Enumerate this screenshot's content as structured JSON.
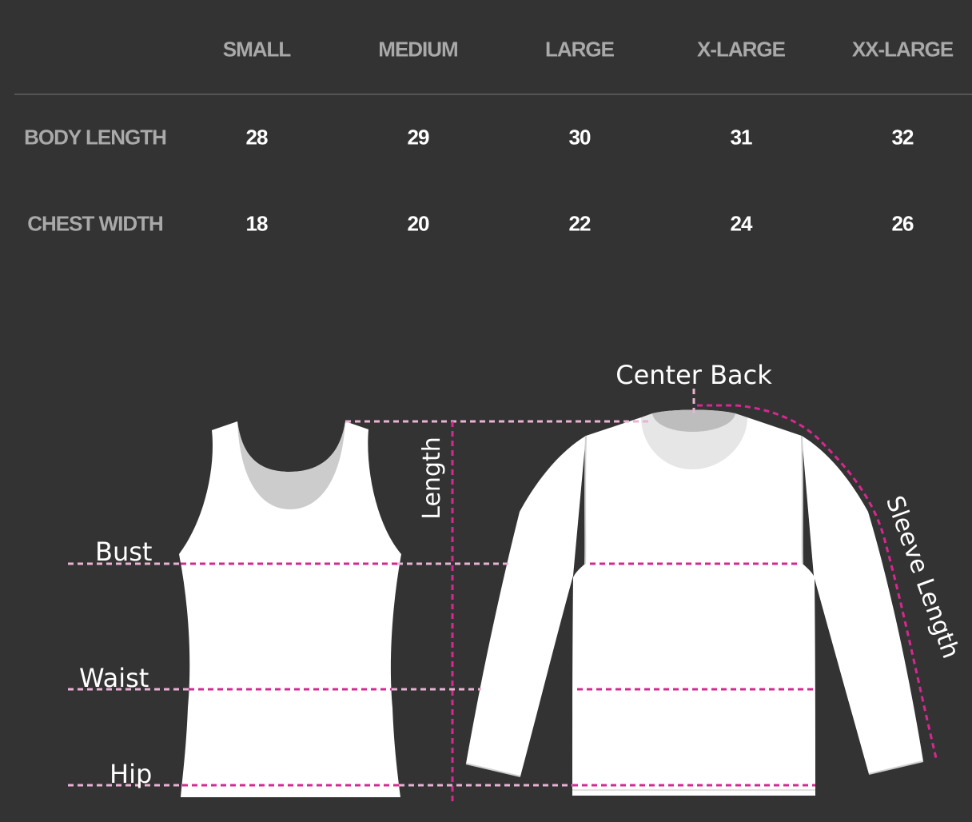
{
  "size_table": {
    "sizes": [
      "SMALL",
      "MEDIUM",
      "LARGE",
      "X-LARGE",
      "XX-LARGE"
    ],
    "rows": [
      {
        "label": "BODY LENGTH",
        "values": [
          "28",
          "29",
          "30",
          "31",
          "32"
        ]
      },
      {
        "label": "CHEST WIDTH",
        "values": [
          "18",
          "20",
          "22",
          "24",
          "26"
        ]
      }
    ]
  },
  "diagram": {
    "labels": {
      "center_back": "Center Back",
      "length": "Length",
      "sleeve_length": "Sleeve Length",
      "bust": "Bust",
      "waist": "Waist",
      "hip": "Hip"
    },
    "colors": {
      "background": "#333333",
      "garment": "#ffffff",
      "neckline": "#cccccc",
      "measure_line": "#d6288f",
      "measure_line_light": "#e8b3d2"
    }
  }
}
